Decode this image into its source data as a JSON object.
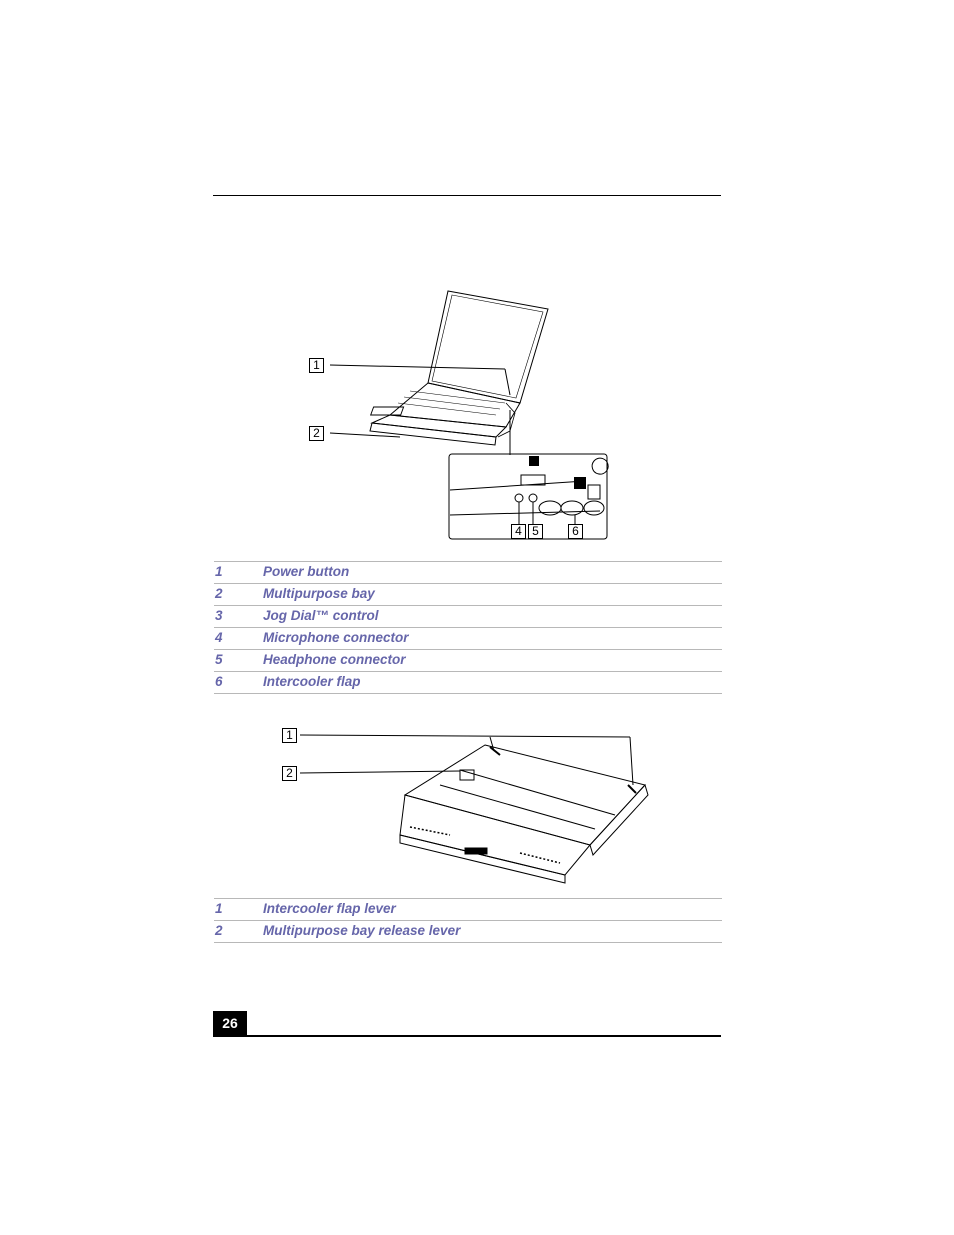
{
  "figure1": {
    "callouts": [
      "1",
      "2"
    ],
    "inset_callouts": [
      "4",
      "5",
      "6"
    ]
  },
  "legend1": [
    {
      "num": "1",
      "label": "Power button"
    },
    {
      "num": "2",
      "label": "Multipurpose bay"
    },
    {
      "num": "3",
      "label": "Jog Dial™ control"
    },
    {
      "num": "4",
      "label": "Microphone connector"
    },
    {
      "num": "5",
      "label": "Headphone connector"
    },
    {
      "num": "6",
      "label": "Intercooler flap"
    }
  ],
  "figure2": {
    "callouts": [
      "1",
      "2"
    ]
  },
  "legend2": [
    {
      "num": "1",
      "label": "Intercooler flap lever"
    },
    {
      "num": "2",
      "label": "Multipurpose bay release lever"
    }
  ],
  "footer": {
    "page_number": "26"
  }
}
